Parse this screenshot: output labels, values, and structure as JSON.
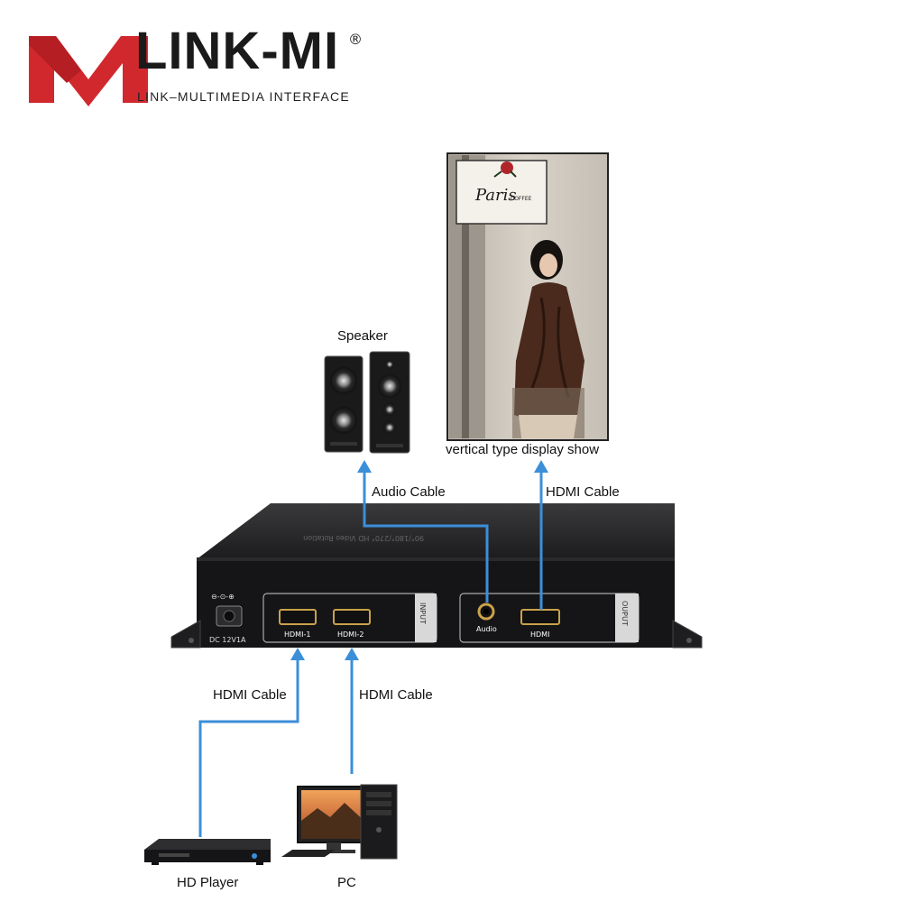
{
  "brand": {
    "name": "LINK-MI",
    "registered": "®",
    "tagline": "LINK–MULTIMEDIA INTERFACE",
    "color": "#d1282e"
  },
  "diagram": {
    "speaker_label": "Speaker",
    "display_label": "vertical type display show",
    "audio_cable_label": "Audio Cable",
    "hdmi_out_cable_label": "HDMI Cable",
    "hdmi_in1_cable_label": "HDMI Cable",
    "hdmi_in2_cable_label": "HDMI Cable",
    "hd_player_label": "HD Player",
    "pc_label": "PC",
    "cable_color": "#3b8fd9"
  },
  "device": {
    "power_label": "DC 12V1A",
    "power_symbol": "⊖-⊙-⊕",
    "input_ports": [
      "HDMI-1",
      "HDMI-2"
    ],
    "input_group_label": "INPUT",
    "audio_port_label": "Audio",
    "output_port_label": "HDMI",
    "output_group_label": "OUPUT",
    "top_text": "90°/180°/270° HD Video Rotation"
  },
  "display_sign": {
    "line1": "Paris",
    "line2": "COFFEE"
  },
  "icons": [
    "brand-logo-icon",
    "speaker-icon",
    "display-icon",
    "hd-player-icon",
    "pc-icon",
    "arrow-up-icon"
  ]
}
